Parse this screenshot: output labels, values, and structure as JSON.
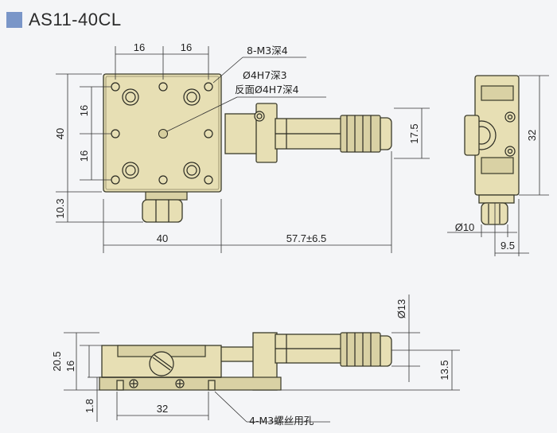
{
  "title": "AS11-40CL",
  "accent_color": "#7a96c8",
  "body_color": "#e7dfb4",
  "top_view": {
    "dims": {
      "top_left": "16",
      "top_right": "16",
      "left_total": "40",
      "left_upper": "16",
      "left_lower": "16",
      "left_bottom": "10.3",
      "bottom_width": "40",
      "bottom_travel": "57.7±6.5",
      "right_height": "17.5"
    },
    "notes": {
      "tapped_holes": "8-M3深4",
      "pin_hole_front": "Ø4H7深3",
      "pin_hole_back": "反面Ø4H7深4"
    }
  },
  "side_view_right": {
    "dims": {
      "height": "32",
      "knob_dia": "Ø10",
      "offset": "9.5"
    }
  },
  "front_view": {
    "dims": {
      "total_height": "20.5",
      "body_height": "16",
      "bottom_gap": "1.8",
      "hole_spacing": "32",
      "micrometer_dia": "Ø13",
      "axis_height": "13.5"
    },
    "notes": {
      "bottom_holes": "4-M3螺丝用孔"
    }
  }
}
